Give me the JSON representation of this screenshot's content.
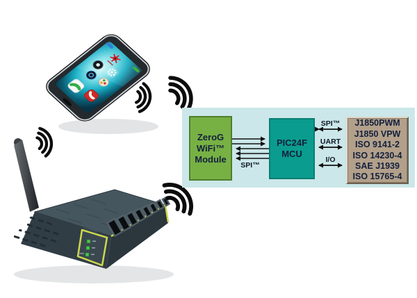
{
  "diagram": {
    "module": {
      "lines": [
        "ZeroG",
        "WiFi™",
        "Module"
      ]
    },
    "mcu": {
      "lines": [
        "PIC24F",
        "MCU"
      ]
    },
    "protocols": {
      "lines": [
        "J1850PWM",
        "J1850 VPW",
        "ISO 9141-2",
        "ISO 14230-4",
        "SAE J1939",
        "ISO 15765-4"
      ]
    },
    "buses": {
      "module_mcu_label": "SPI™",
      "mcu_protocol_labels": [
        "SPI™",
        "UART",
        "I/O"
      ]
    },
    "colors": {
      "panel_bg": "#cbe7e9",
      "module_fill": "#77b144",
      "module_border": "#4f7d2b",
      "mcu_fill": "#0a9c8e",
      "mcu_border": "#0b7d72",
      "protocols_fill": "#b2a08a",
      "text": "#13203d",
      "arrow": "#111111",
      "router_trim": "#ccd84e"
    }
  },
  "icons": {
    "wifi_waves": "three concentric wireless signal arcs",
    "smartphone": "tilted smartphone showing app screen",
    "router": "wireless router with antenna and ethernet ports"
  }
}
